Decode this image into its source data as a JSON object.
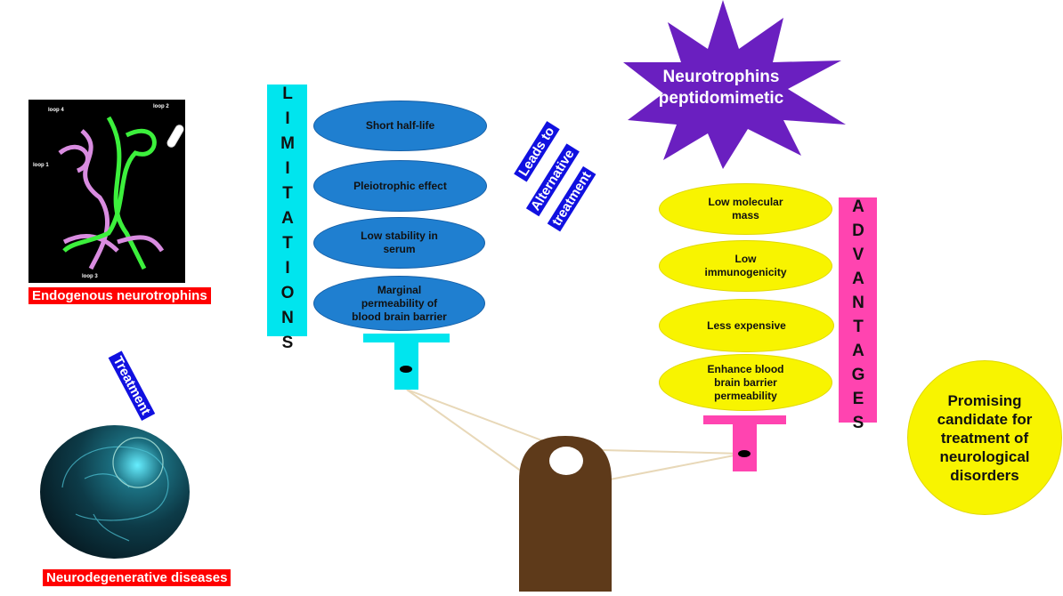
{
  "protein_image": {
    "loops": [
      "loop 4",
      "loop 2",
      "loop 1",
      "loop 3"
    ],
    "caption": "Endogenous neurotrophins"
  },
  "treatment_label": "Treatment",
  "brain_caption": "Neurodegenerative diseases",
  "limitations": {
    "title": "LIMITATIONS",
    "items": [
      "Short half-life",
      "Pleiotrophic effect",
      "Low stability in serum",
      "Marginal permeability of blood brain barrier"
    ]
  },
  "arrows": {
    "leads_to": "Leads to",
    "alternative": "Alternative",
    "treatment": "treatment"
  },
  "star": {
    "line1": "Neurotrophins",
    "line2": "peptidomimetic"
  },
  "advantages": {
    "title": "ADVANTAGES",
    "items": [
      "Low molecular mass",
      "Low immunogenicity",
      "Less expensive",
      "Enhance blood brain barrier permeability"
    ]
  },
  "conclusion": "Promising candidate for treatment of neurological disorders",
  "colors": {
    "limitations": "#00e5ee",
    "advantages": "#ff44b0",
    "ellipse_blue": "#1f7fd0",
    "ellipse_yellow": "#f8f400",
    "star": "#6a1fc0",
    "fulcrum": "#5e3a1a"
  }
}
